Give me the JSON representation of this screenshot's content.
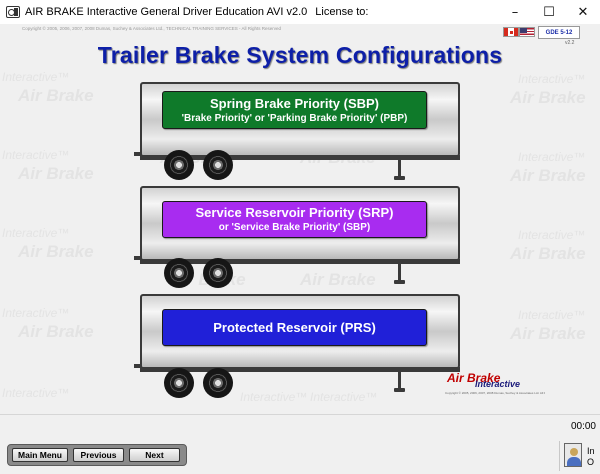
{
  "window": {
    "title": "AIR BRAKE Interactive General Driver Education AVI v2.0",
    "license": "License to:",
    "controls": {
      "minimize": "–",
      "maximize": "☐",
      "close": "✕"
    }
  },
  "header": {
    "copyright": "Copyright © 2005, 2006, 2007, 2008 Dumas, Suchey & Associates Ltd., TECHNICAL TRAINING SERVICES - All Rights Reserved",
    "badge": "GDE 5-12",
    "version": "v2.2"
  },
  "page": {
    "title": "Trailer Brake System Configurations"
  },
  "configs": [
    {
      "line1": "Spring Brake Priority (SBP)",
      "line2": "'Brake Priority' or 'Parking Brake Priority' (PBP)",
      "color": "#0f7a2a"
    },
    {
      "line1": "Service Reservoir Priority (SRP)",
      "line2": "or 'Service Brake Priority' (SBP)",
      "color": "#a82cf0"
    },
    {
      "line1": "Protected Reservoir (PRS)",
      "line2": "",
      "color": "#2020d8"
    }
  ],
  "logo": {
    "line1": "Air Brake",
    "line2": "Interactive",
    "fine": "Copyright © 2005, 2006, 2007, 2008 Dumas, Suchey & Associates Ltd. All Rights Reserved"
  },
  "watermark": {
    "big": "Air Brake",
    "small": "Interactive™"
  },
  "status": {
    "time": "00:00"
  },
  "nav": {
    "main_menu": "Main Menu",
    "previous": "Previous",
    "next": "Next"
  },
  "user": {
    "line1": "In",
    "line2": "O"
  }
}
